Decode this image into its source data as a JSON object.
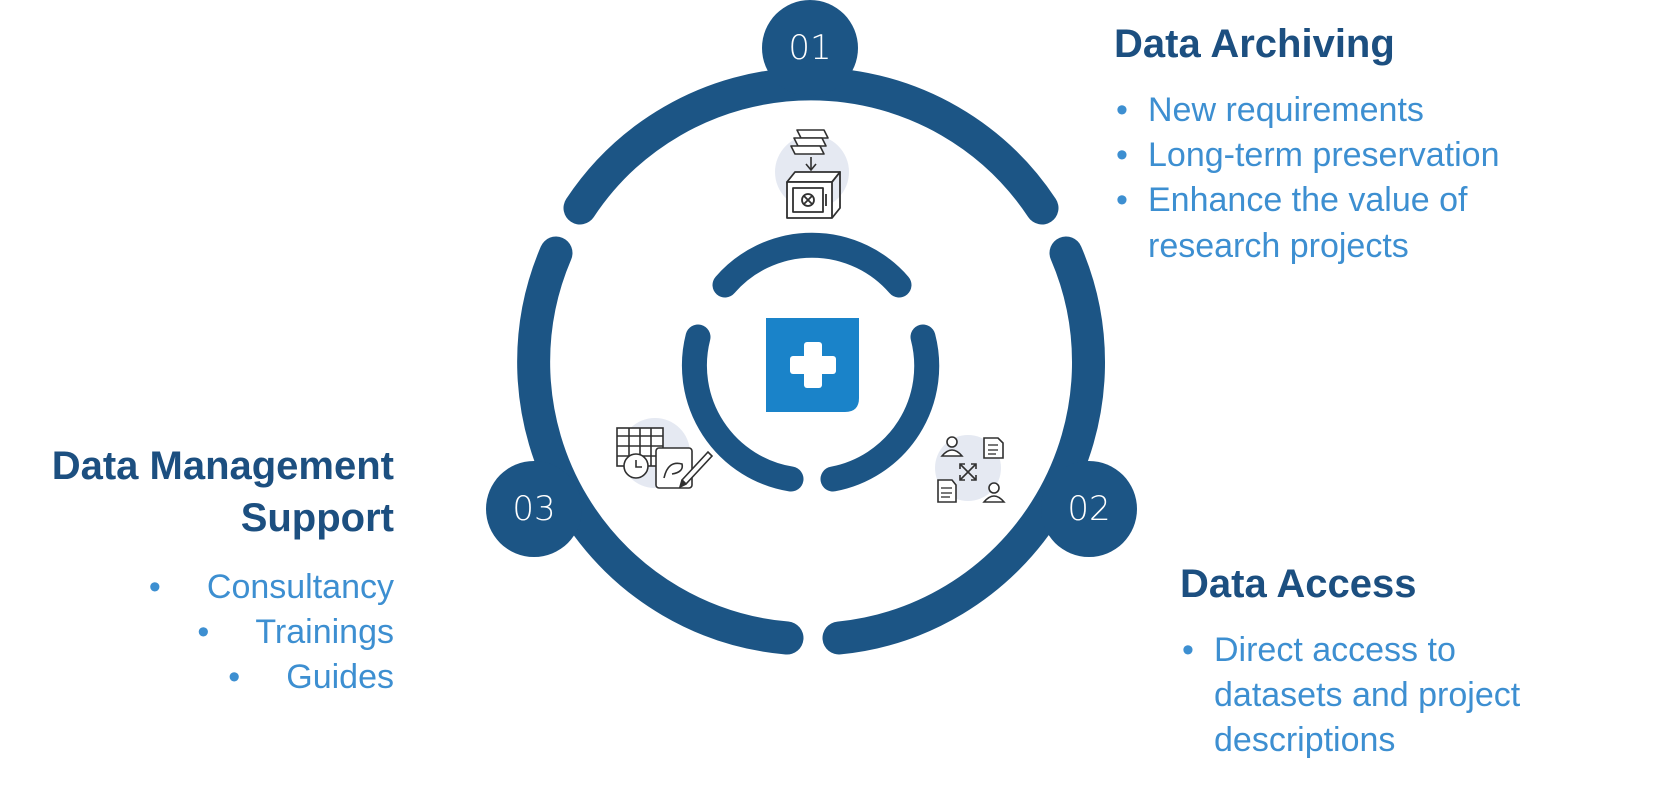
{
  "diagram": {
    "steps": [
      {
        "number": "01",
        "title": "Data Archiving",
        "bullets": [
          "New requirements",
          "Long-term preservation",
          "Enhance the value of research projects"
        ]
      },
      {
        "number": "02",
        "title": "Data Access",
        "bullets": [
          "Direct access to datasets and project descriptions"
        ]
      },
      {
        "number": "03",
        "title": "Data Management Support",
        "bullets": [
          "Consultancy",
          "Trainings",
          "Guides"
        ]
      }
    ],
    "center_logo_icon": "plus-cross-logo",
    "icons": [
      "archive-safe-icon",
      "data-exchange-icon",
      "planning-calendar-icon"
    ],
    "colors": {
      "ring": "#1c5585",
      "heading": "#1c4f80",
      "bullet_text": "#3d8fd1",
      "logo": "#1a83c9",
      "icon_backdrop": "#e5e9f2"
    }
  }
}
